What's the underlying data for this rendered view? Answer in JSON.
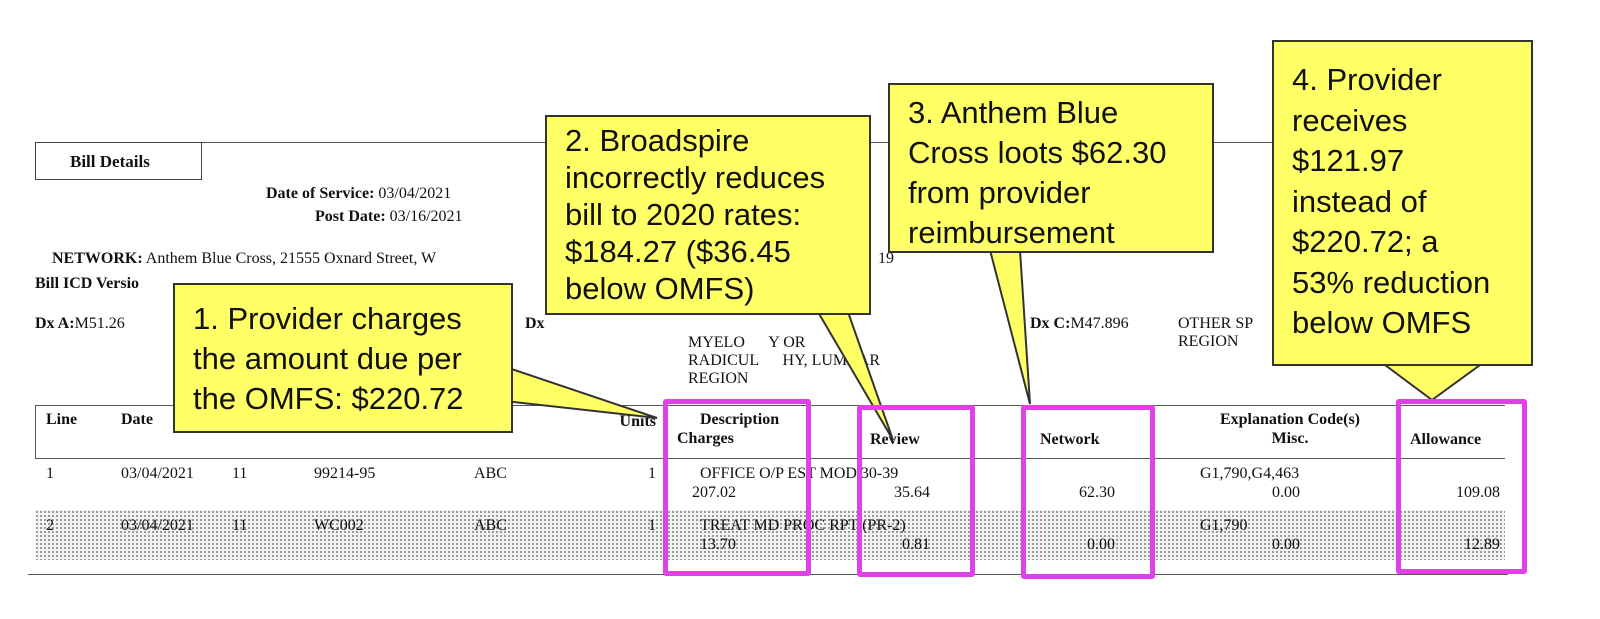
{
  "bill": {
    "section_title": "Bill Details",
    "date_of_service_label": "Date of Service:",
    "date_of_service": "03/04/2021",
    "post_date_label": "Post Date:",
    "post_date": "03/16/2021",
    "network_label": "NETWORK:",
    "network_value": "Anthem Blue Cross, 21555 Oxnard Street, W",
    "network_tail": "19",
    "icd_version_label": "Bill ICD Versio",
    "dx_a_label": "Dx A:",
    "dx_a": "M51.26",
    "dx_b_label": "Dx",
    "dx_b_desc_lines": [
      "MYELO      Y OR",
      "RADICUL      HY, LUMBAR",
      "REGION"
    ],
    "dx_c_label": "Dx C:",
    "dx_c": "M47.896",
    "dx_c_desc_lines": [
      "OTHER SP",
      "REGION"
    ]
  },
  "table": {
    "headers": {
      "line": "Line",
      "date": "Date",
      "units": "Units",
      "description": "Description",
      "charges": "Charges",
      "review": "Review",
      "network": "Network",
      "explanation": "Explanation Code(s)",
      "misc": "Misc.",
      "allowance": "Allowance"
    },
    "rows": [
      {
        "line": "1",
        "date": "03/04/2021",
        "pos": "11",
        "code": "99214-95",
        "mod": "ABC",
        "units": "1",
        "description": "OFFICE O/P EST MOD 30-39",
        "charges": "207.02",
        "review": "35.64",
        "network": "62.30",
        "explanation": "G1,790,G4,463",
        "misc": "0.00",
        "allowance": "109.08"
      },
      {
        "line": "2",
        "date": "03/04/2021",
        "pos": "11",
        "code": "WC002",
        "mod": "ABC",
        "units": "1",
        "description": "TREAT MD PROC RPT (PR-2)",
        "charges": "13.70",
        "review": "0.81",
        "network": "0.00",
        "explanation": "G1,790",
        "misc": "0.00",
        "allowance": "12.89"
      }
    ]
  },
  "callouts": {
    "c1": [
      "1. Provider charges",
      "the amount due per",
      "the OMFS: $220.72"
    ],
    "c2": [
      "2. Broadspire",
      "incorrectly reduces",
      "bill to 2020 rates:",
      "$184.27 ($36.45",
      "below OMFS)"
    ],
    "c3": [
      "3. Anthem Blue",
      "Cross loots $62.30",
      "from provider",
      "reimbursement"
    ],
    "c4": [
      "4. Provider",
      "receives",
      "$121.97",
      "instead of",
      "$220.72; a",
      "53% reduction",
      "below OMFS"
    ]
  },
  "colors": {
    "callout_fill": "#ffff66",
    "highlight_box": "#e040e8"
  }
}
